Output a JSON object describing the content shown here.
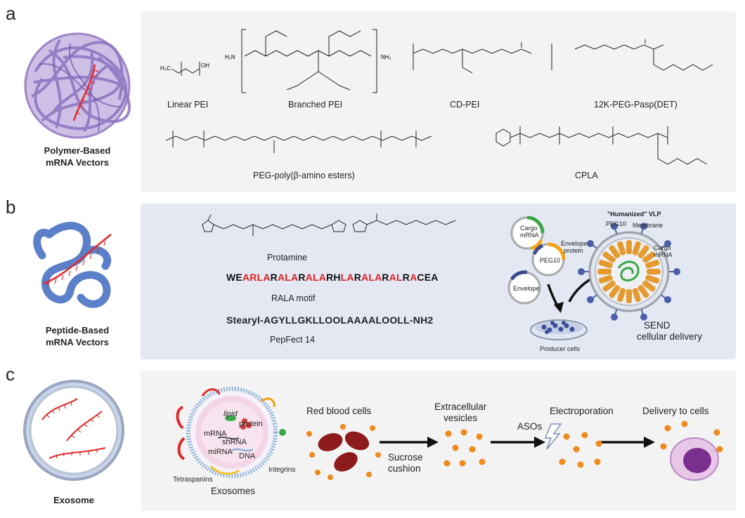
{
  "panels": {
    "a": {
      "letter": "a",
      "vector_title": [
        "Polymer-Based",
        "mRNA Vectors"
      ],
      "chemicals": [
        "Linear PEI",
        "Branched PEI",
        "CD-PEI",
        "12K-PEG-Pasp(DET)",
        "PEG-poly(β-amino esters)",
        "CPLA"
      ]
    },
    "b": {
      "letter": "b",
      "vector_title": [
        "Peptide-Based",
        "mRNA Vectors"
      ],
      "molecule_label": "Protamine",
      "rala_sequence": [
        {
          "t": "WE",
          "c": "k"
        },
        {
          "t": "AR",
          "c": "r"
        },
        {
          "t": "LA",
          "c": "r"
        },
        {
          "t": "R",
          "c": "k"
        },
        {
          "t": "ALA",
          "c": "r"
        },
        {
          "t": "R",
          "c": "k"
        },
        {
          "t": "ALA",
          "c": "r"
        },
        {
          "t": "RH",
          "c": "k"
        },
        {
          "t": "LA",
          "c": "r"
        },
        {
          "t": "R",
          "c": "k"
        },
        {
          "t": "ALA",
          "c": "r"
        },
        {
          "t": "R",
          "c": "k"
        },
        {
          "t": "AL",
          "c": "r"
        },
        {
          "t": "R",
          "c": "k"
        },
        {
          "t": "A",
          "c": "r"
        },
        {
          "t": "CEA",
          "c": "k"
        }
      ],
      "rala_label": "RALA motif",
      "pepfect_sequence": "Stearyl-AGYLLGKLLOOLAAAALOOLL-NH2",
      "pepfect_label": "PepFect 14",
      "send": {
        "plasmid_labels": [
          "Cargo",
          "mRNA",
          "PEG10",
          "Envelope"
        ],
        "producer_cells": "Producer cells",
        "vlp_title": "\"Humanized\" VLP",
        "vlp_labels": [
          "PEG10",
          "Membrane",
          "Envelope",
          "protein",
          "Cargo",
          "mRNA"
        ],
        "caption": [
          "SEND",
          "cellular delivery"
        ]
      }
    },
    "c": {
      "letter": "c",
      "vector_title": "Exosome",
      "exosome_labels": {
        "lipid": "lipid",
        "protein": "protein",
        "mrna": "mRNA",
        "shrna": "shRNA",
        "mirna": "miRNA",
        "dna": "DNA",
        "integrins": "Integrins",
        "tetraspanins": "Tetraspanins",
        "exosomes": "Exosomes"
      },
      "steps": {
        "rbc": "Red blood cells",
        "sucrose": [
          "Sucrose",
          "cushion"
        ],
        "ev": [
          "Extracellular",
          "vesicles"
        ],
        "electroporation": "Electroporation",
        "asos": "ASOs",
        "delivery": "Delivery to cells"
      }
    }
  },
  "colors": {
    "panel_a_bg": "#f3f3f4",
    "panel_b_bg": "#e3e8f3",
    "panel_c_bg": "#f3f3f4",
    "rna_red": "#e02a2a",
    "polymer_purple": "#9d86c8",
    "peptide_blue": "#5b7fc8",
    "exosome_ring": "#9aa6bd",
    "vesicle_orange": "#f08a1c",
    "rbc_red": "#8e1b1b"
  }
}
